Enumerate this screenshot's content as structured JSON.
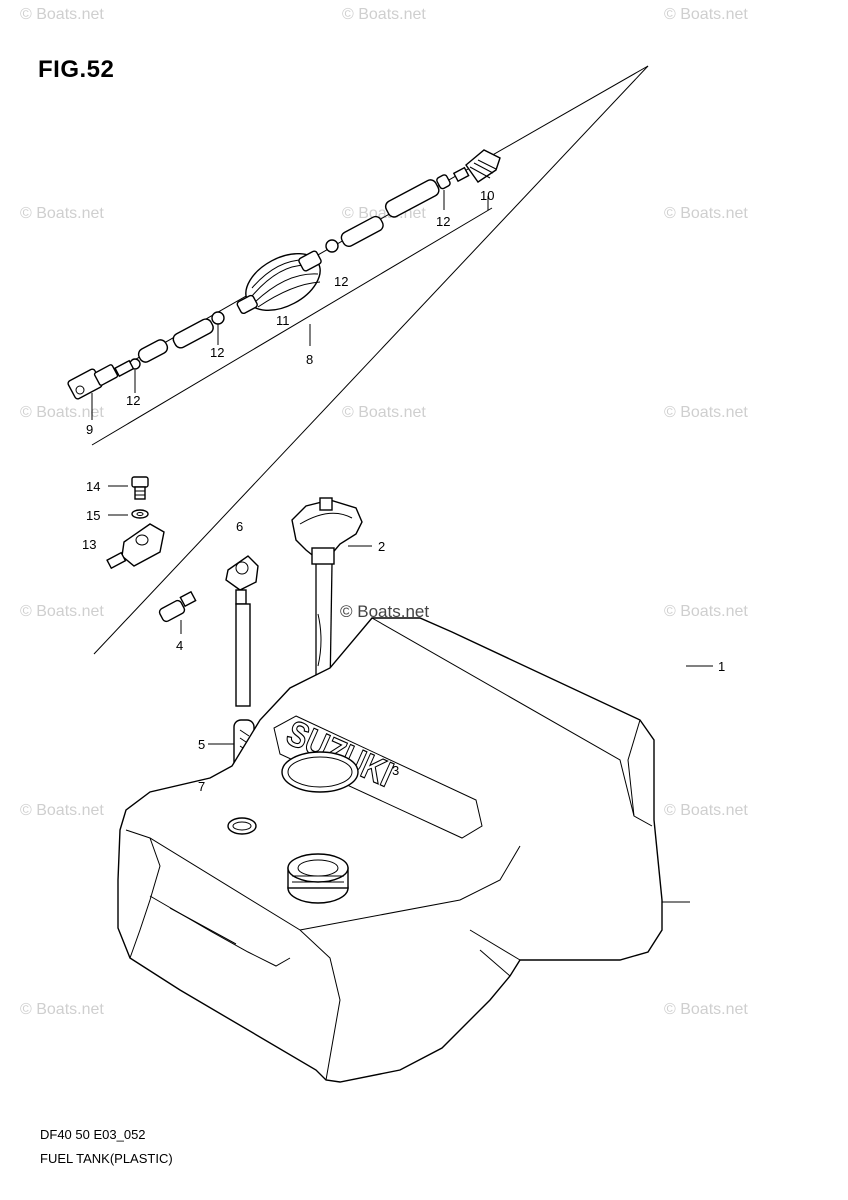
{
  "figure": {
    "title": "FIG.52",
    "code": "DF40 50 E03_052",
    "caption": "FUEL TANK(PLASTIC)"
  },
  "watermark": {
    "text": "© Boats.net"
  },
  "callouts": [
    {
      "id": "c1",
      "label": "1"
    },
    {
      "id": "c2",
      "label": "2"
    },
    {
      "id": "c3",
      "label": "3"
    },
    {
      "id": "c4",
      "label": "4"
    },
    {
      "id": "c5",
      "label": "5"
    },
    {
      "id": "c6",
      "label": "6"
    },
    {
      "id": "c7",
      "label": "7"
    },
    {
      "id": "c8",
      "label": "8"
    },
    {
      "id": "c9",
      "label": "9"
    },
    {
      "id": "c10",
      "label": "10"
    },
    {
      "id": "c11",
      "label": "11"
    },
    {
      "id": "c12a",
      "label": "12"
    },
    {
      "id": "c12b",
      "label": "12"
    },
    {
      "id": "c12c",
      "label": "12"
    },
    {
      "id": "c12d",
      "label": "12"
    },
    {
      "id": "c13",
      "label": "13"
    },
    {
      "id": "c14",
      "label": "14"
    },
    {
      "id": "c15",
      "label": "15"
    }
  ],
  "tank_emboss": "SUZUKI"
}
